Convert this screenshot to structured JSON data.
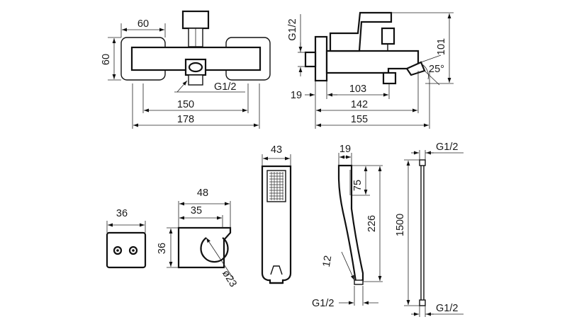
{
  "views": {
    "front": {
      "dims": {
        "top_width": "60",
        "side_height": "60",
        "thread": "G1/2",
        "center_distance": "150",
        "overall_width": "178"
      }
    },
    "side": {
      "dims": {
        "top_thread": "G1/2",
        "height": "101",
        "angle": "25°",
        "wall_offset": "19",
        "spout_a": "103",
        "spout_b": "142",
        "spout_c": "155"
      }
    },
    "wall_plate": {
      "dims": {
        "width": "36"
      }
    },
    "holder": {
      "dims": {
        "width_outer": "48",
        "width_inner": "35",
        "height": "36",
        "bore": "ø23"
      }
    },
    "hand_shower": {
      "dims": {
        "width": "43"
      }
    },
    "shower_side": {
      "dims": {
        "width": "19",
        "head_length": "75",
        "total_length": "226",
        "handle_dim": "12",
        "thread": "G1/2"
      }
    },
    "hose": {
      "dims": {
        "top_thread": "G1/2",
        "length": "1500",
        "bottom_thread": "G1/2"
      }
    }
  }
}
